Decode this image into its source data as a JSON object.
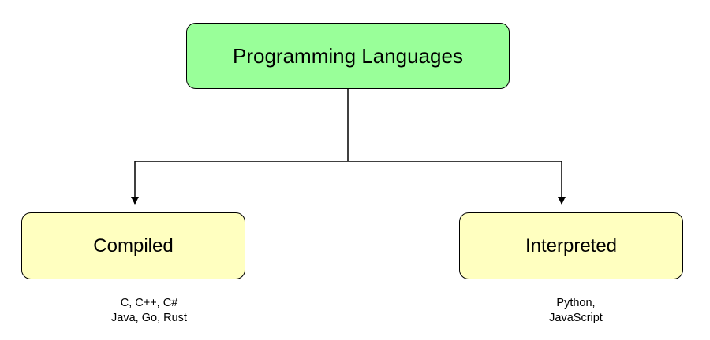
{
  "diagram": {
    "root": {
      "label": "Programming Languages",
      "fill": "#99ff99"
    },
    "children": [
      {
        "label": "Compiled",
        "fill": "#ffffc0",
        "examples": [
          "C, C++, C#",
          "Java, Go, Rust"
        ]
      },
      {
        "label": "Interpreted",
        "fill": "#ffffc0",
        "examples": [
          "Python,",
          "JavaScript"
        ]
      }
    ],
    "line_color": "#000000"
  }
}
